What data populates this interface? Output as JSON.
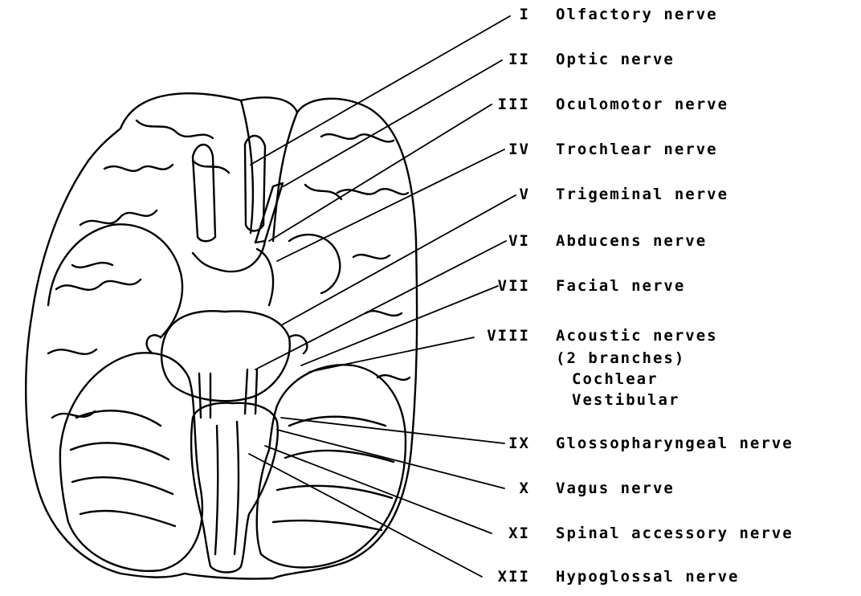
{
  "nerves": [
    {
      "numeral": "I",
      "name": "Olfactory nerve"
    },
    {
      "numeral": "II",
      "name": "Optic nerve"
    },
    {
      "numeral": "III",
      "name": "Oculomotor nerve"
    },
    {
      "numeral": "IV",
      "name": "Trochlear nerve"
    },
    {
      "numeral": "V",
      "name": "Trigeminal nerve"
    },
    {
      "numeral": "VI",
      "name": "Abducens nerve"
    },
    {
      "numeral": "VII",
      "name": "Facial nerve"
    },
    {
      "numeral": "VIII",
      "name": "Acoustic nerves"
    },
    {
      "numeral": "IX",
      "name": "Glossopharyngeal nerve"
    },
    {
      "numeral": "X",
      "name": "Vagus nerve"
    },
    {
      "numeral": "XI",
      "name": "Spinal accessory nerve"
    },
    {
      "numeral": "XII",
      "name": "Hypoglossal nerve"
    }
  ],
  "acoustic_detail": {
    "branches": "(2 branches)",
    "branch_1": "Cochlear",
    "branch_2": "Vestibular"
  }
}
